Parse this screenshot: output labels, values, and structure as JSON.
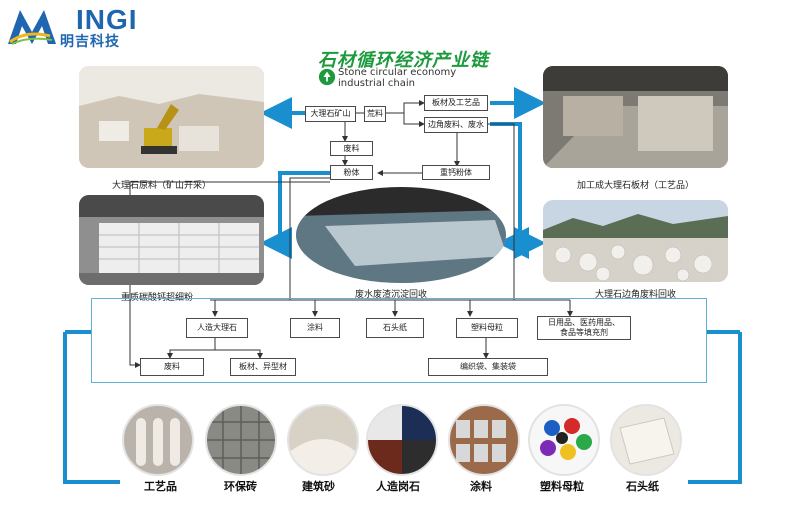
{
  "logo": {
    "text": "INGI",
    "subtext": "明吉科技",
    "mark_letter": "M"
  },
  "title": {
    "zh": "石材循环经济产业链",
    "en_line1": "Stone circular economy",
    "en_line2": "industrial chain"
  },
  "photos": {
    "quarry_caption": "大理石原料（矿山开采）",
    "slab_caption": "加工成大理石板材（工艺品）",
    "powder_caption": "重质碳酸钙超细粉",
    "scrap_caption": "大理石边角废料回收",
    "water_caption": "废水废渣沉淀回收"
  },
  "flow_boxes": {
    "mine": "大理石矿山",
    "rough": "荒料",
    "slab": "板材及工艺品",
    "scrap": "边角废料、废水",
    "waste": "废料",
    "powder": "粉体",
    "heavy_powder": "重钙粉体"
  },
  "panel_boxes": {
    "artificial": "人造大理石",
    "coating": "涂料",
    "stone_paper": "石头纸",
    "masterbatch": "塑料母粒",
    "daily_line1": "日用品、医药用品、",
    "daily_line2": "食品等填充剂",
    "waste2": "废料",
    "plate": "板材、异型材",
    "bags": "编织袋、集装袋"
  },
  "products": [
    "工艺品",
    "环保砖",
    "建筑砂",
    "人造岗石",
    "涂料",
    "塑料母粒",
    "石头纸"
  ],
  "colors": {
    "arrow_blue": "#1a8fd0",
    "panel_border": "#5fb2d6",
    "title_green": "#1d9a3e",
    "logo_blue": "#1f66b0"
  }
}
